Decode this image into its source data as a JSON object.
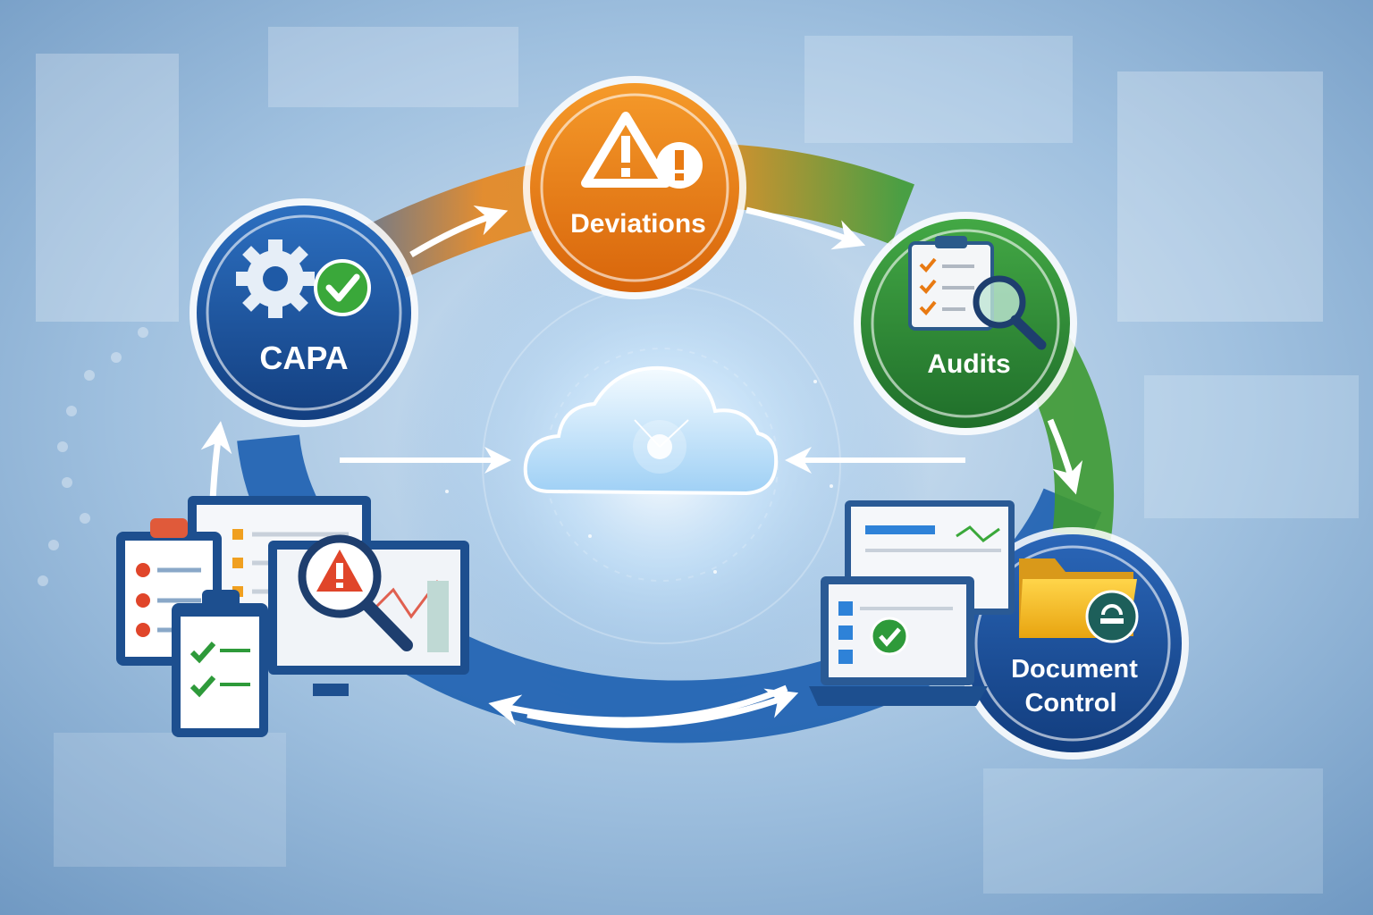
{
  "nodes": {
    "capa": {
      "label": "CAPA",
      "color": "#1f5aa6",
      "icon": "gear-check-icon"
    },
    "deviations": {
      "label": "Deviations",
      "color": "#e87a12",
      "icon": "warning-triangle-icon"
    },
    "audits": {
      "label": "Audits",
      "color": "#2e8b3a",
      "icon": "clipboard-magnifier-icon"
    },
    "document_control": {
      "label_line1": "Document",
      "label_line2": "Control",
      "color": "#1a4f9c",
      "icon": "folder-lock-icon"
    }
  },
  "hub": {
    "icon": "cloud-icon"
  },
  "colors": {
    "ring_blue": "#1d5fb0",
    "arc_orange": "#e8861c",
    "arc_green": "#3e9a32",
    "background": "#9dbddc"
  }
}
